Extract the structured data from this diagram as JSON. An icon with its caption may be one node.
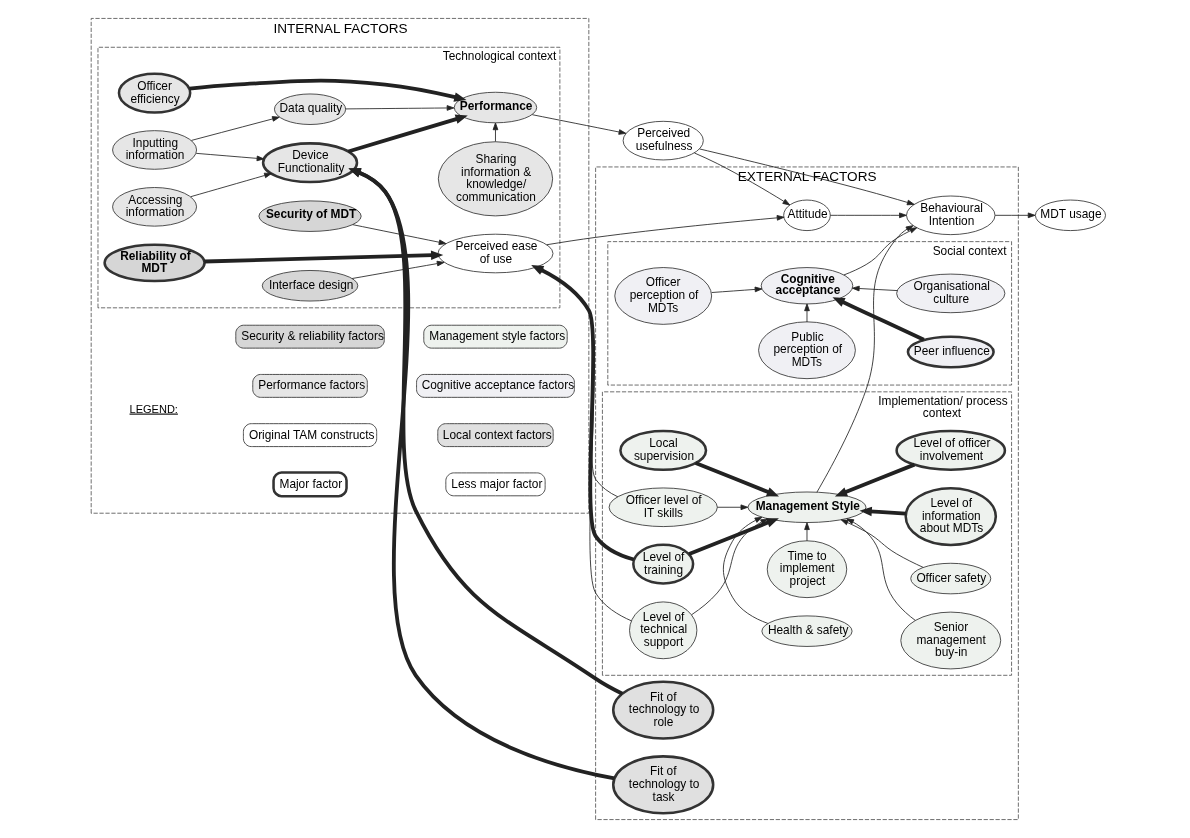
{
  "diagram": {
    "nodes": [
      {
        "text": [
          "INTERNAL FACTORS"
        ]
      },
      {
        "text": [
          "Technological context"
        ],
        "in": 0
      },
      {
        "text": [
          "Sharing information & knowledge/ communication"
        ],
        "in": 1
      },
      {
        "text": [
          "Officer efficiency"
        ],
        "in": 1
      },
      {
        "text": [
          "Data quality"
        ],
        "in": 1
      },
      {
        "text": [
          "Performance"
        ],
        "in": 1
      },
      {
        "text": [
          "Inputting information"
        ],
        "in": 1
      },
      {
        "text": [
          "Device Functionality"
        ],
        "in": 1
      },
      {
        "text": [
          "Accessing information"
        ],
        "in": 1
      },
      {
        "text": [
          "Security of MDT"
        ],
        "in": 1
      },
      {
        "text": [
          "Reliability of MDT"
        ],
        "in": 1
      },
      {
        "text": [
          "Perceived ease of use"
        ],
        "in": 1
      },
      {
        "text": [
          "Interface design"
        ],
        "in": 1
      },
      {
        "text": [
          "Perceived usefulness"
        ]
      },
      {
        "text": [
          "EXTERNAL FACTORS"
        ]
      },
      {
        "text": [
          "Social context"
        ],
        "in": 14
      },
      {
        "text": [
          "Public perception of MDTs"
        ],
        "in": 15
      },
      {
        "text": [
          "Officer perception of MDTs"
        ],
        "in": 15
      },
      {
        "text": [
          "Peer influence"
        ],
        "in": 15
      },
      {
        "text": [
          "Cognitive acceptance"
        ],
        "in": 15
      },
      {
        "text": [
          "Organisational culture"
        ],
        "in": 15
      },
      {
        "text": [
          "Fit of technology to role"
        ],
        "in": 14
      },
      {
        "text": [
          "Fit of technology to task"
        ],
        "in": 14
      },
      {
        "text": [
          "Attitude"
        ],
        "in": 14
      },
      {
        "text": [
          "Behavioural Intention"
        ],
        "in": 14
      },
      {
        "text": [
          "MDT usage"
        ]
      },
      {
        "text": [
          "Implementation/ process context"
        ],
        "in": 14
      },
      {
        "text": [
          "Local supervision"
        ],
        "in": 26
      },
      {
        "text": [
          "Time to implement project"
        ],
        "in": 26
      },
      {
        "text": [
          "Senior management buy-in"
        ],
        "in": 26
      },
      {
        "text": [
          "Officer level of IT skills"
        ],
        "in": 26
      },
      {
        "text": [
          "Management Style"
        ],
        "in": 26
      },
      {
        "text": [
          "Officer safety"
        ],
        "in": 26
      },
      {
        "text": [
          "Level of training"
        ],
        "in": 26
      },
      {
        "text": [
          "Level of technical support"
        ],
        "in": 26
      },
      {
        "text": [
          "Level of information about MDTs"
        ],
        "in": 26
      },
      {
        "text": [
          "Level of officer involvement"
        ],
        "in": 26
      },
      {
        "text": [
          "Health & safety"
        ],
        "in": 26
      }
    ],
    "edges": [
      {
        "from": 3,
        "to": 5,
        "arrow": "to",
        "style": "thick"
      },
      {
        "from": 2,
        "to": 5,
        "arrow": "to"
      },
      {
        "from": 4,
        "to": 5,
        "arrow": "to"
      },
      {
        "from": 6,
        "to": 4,
        "arrow": "to"
      },
      {
        "from": 6,
        "to": 7,
        "arrow": "to"
      },
      {
        "from": 8,
        "to": 7,
        "arrow": "to"
      },
      {
        "from": 7,
        "to": 5,
        "arrow": "to",
        "style": "thick"
      },
      {
        "from": 5,
        "to": 13,
        "arrow": "to"
      },
      {
        "from": 21,
        "to": 7,
        "arrow": "to",
        "style": "thick"
      },
      {
        "from": 22,
        "to": 7,
        "arrow": "to",
        "style": "thick"
      },
      {
        "from": 13,
        "to": 23,
        "arrow": "to"
      },
      {
        "from": 13,
        "to": 24,
        "arrow": "to"
      },
      {
        "from": 17,
        "to": 19,
        "arrow": "to"
      },
      {
        "from": 16,
        "to": 19,
        "arrow": "to"
      },
      {
        "from": 18,
        "to": 19,
        "arrow": "to",
        "style": "thick"
      },
      {
        "from": 20,
        "to": 19,
        "arrow": "to"
      },
      {
        "from": 19,
        "to": 24,
        "arrow": "to"
      },
      {
        "from": 23,
        "to": 24,
        "arrow": "to"
      },
      {
        "from": 24,
        "to": 25,
        "arrow": "to"
      },
      {
        "from": 11,
        "to": 23,
        "arrow": "to"
      },
      {
        "from": 9,
        "to": 11,
        "arrow": "to"
      },
      {
        "from": 10,
        "to": 11,
        "arrow": "to",
        "style": "thick"
      },
      {
        "from": 12,
        "to": 11,
        "arrow": "to"
      },
      {
        "from": 30,
        "to": 11,
        "arrow": "to"
      },
      {
        "from": 33,
        "to": 11,
        "arrow": "to",
        "style": "thick"
      },
      {
        "from": 34,
        "to": 11,
        "arrow": "to"
      },
      {
        "from": 31,
        "to": 24,
        "arrow": "to"
      },
      {
        "from": 27,
        "to": 31,
        "arrow": "to",
        "style": "thick"
      },
      {
        "from": 28,
        "to": 31,
        "arrow": "to"
      },
      {
        "from": 29,
        "to": 31,
        "arrow": "to"
      },
      {
        "from": 30,
        "to": 31,
        "arrow": "to"
      },
      {
        "from": 33,
        "to": 31,
        "arrow": "to",
        "style": "thick"
      },
      {
        "from": 32,
        "to": 31,
        "arrow": "to"
      },
      {
        "from": 34,
        "to": 31,
        "arrow": "to"
      },
      {
        "from": 37,
        "to": 31,
        "arrow": "to"
      },
      {
        "from": 36,
        "to": 31,
        "arrow": "to",
        "style": "thick"
      },
      {
        "from": 35,
        "to": 31,
        "arrow": "to",
        "style": "thick"
      }
    ],
    "labels": [
      "LEGEND:"
    ],
    "legend": [
      {
        "text": "Security & reliability factors"
      },
      {
        "text": "Management style factors"
      },
      {
        "text": "Performance factors"
      },
      {
        "text": "Cognitive acceptance factors"
      },
      {
        "text": "Original TAM constructs"
      },
      {
        "text": "Local context factors"
      },
      {
        "text": "Major factor"
      },
      {
        "text": "Less major factor"
      }
    ]
  }
}
